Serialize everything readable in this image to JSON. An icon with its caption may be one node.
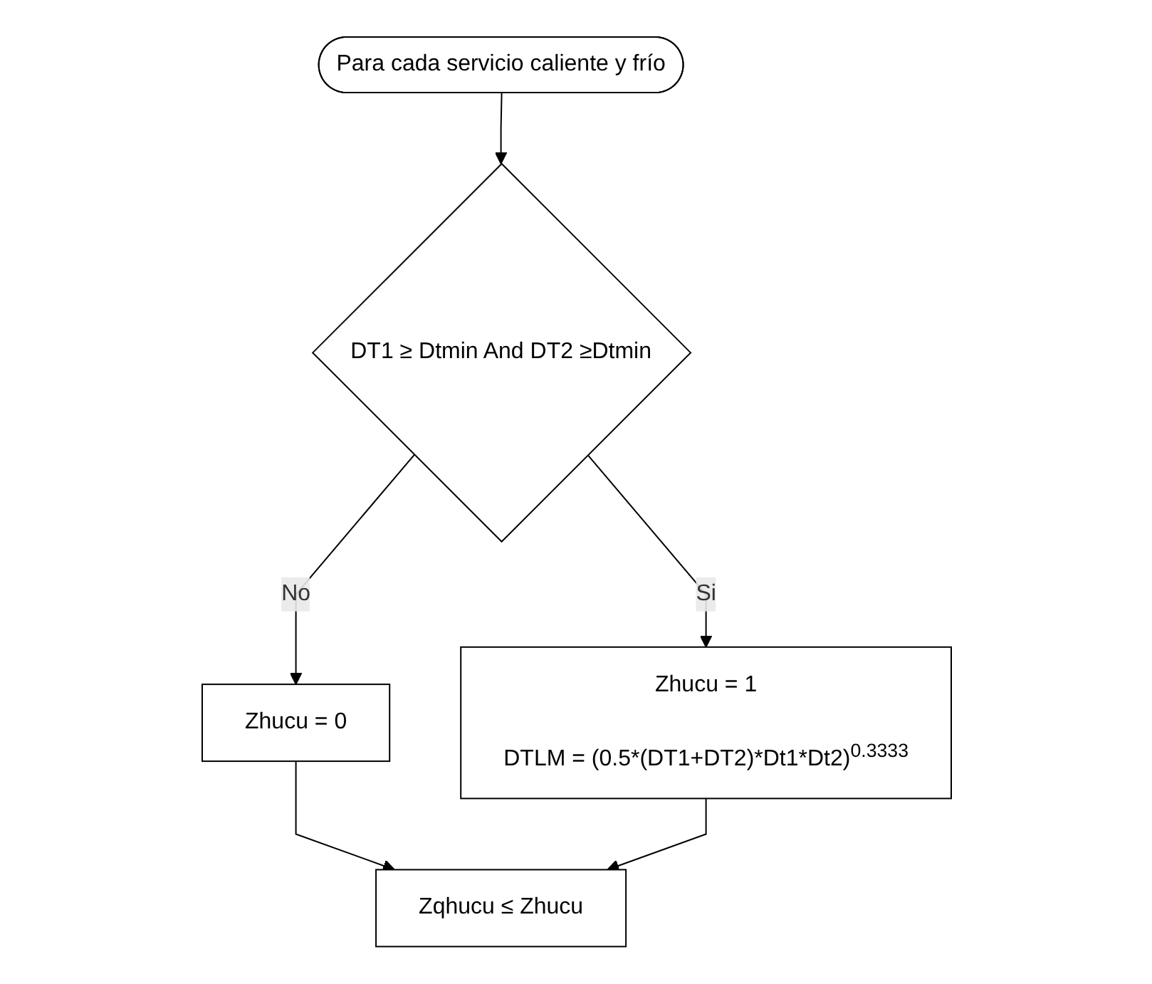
{
  "diagram": {
    "nodes": [
      {
        "text": [
          "Para cada servicio caliente y frío"
        ]
      },
      {
        "text": [
          "DT1 ≥ Dtmin And DT2 ≥Dtmin"
        ]
      },
      {
        "text": [
          "Zhucu = 0"
        ]
      },
      {
        "text": [
          "Zhucu = 1",
          "DTLM = (0.5*(DT1+DT2)*Dt1*Dt2)$^{0.3333}$"
        ]
      },
      {
        "text": [
          "Zqhucu ≤ Zhucu"
        ]
      }
    ],
    "edges": [
      {
        "from": 0,
        "to": 1,
        "arrow": "to"
      },
      {
        "from": 1,
        "to": 2,
        "label": "No",
        "arrow": "to"
      },
      {
        "from": 1,
        "to": 3,
        "label": "Si",
        "arrow": "to"
      },
      {
        "from": 2,
        "to": 4,
        "arrow": "to"
      },
      {
        "from": 3,
        "to": 4,
        "arrow": "to"
      }
    ]
  }
}
